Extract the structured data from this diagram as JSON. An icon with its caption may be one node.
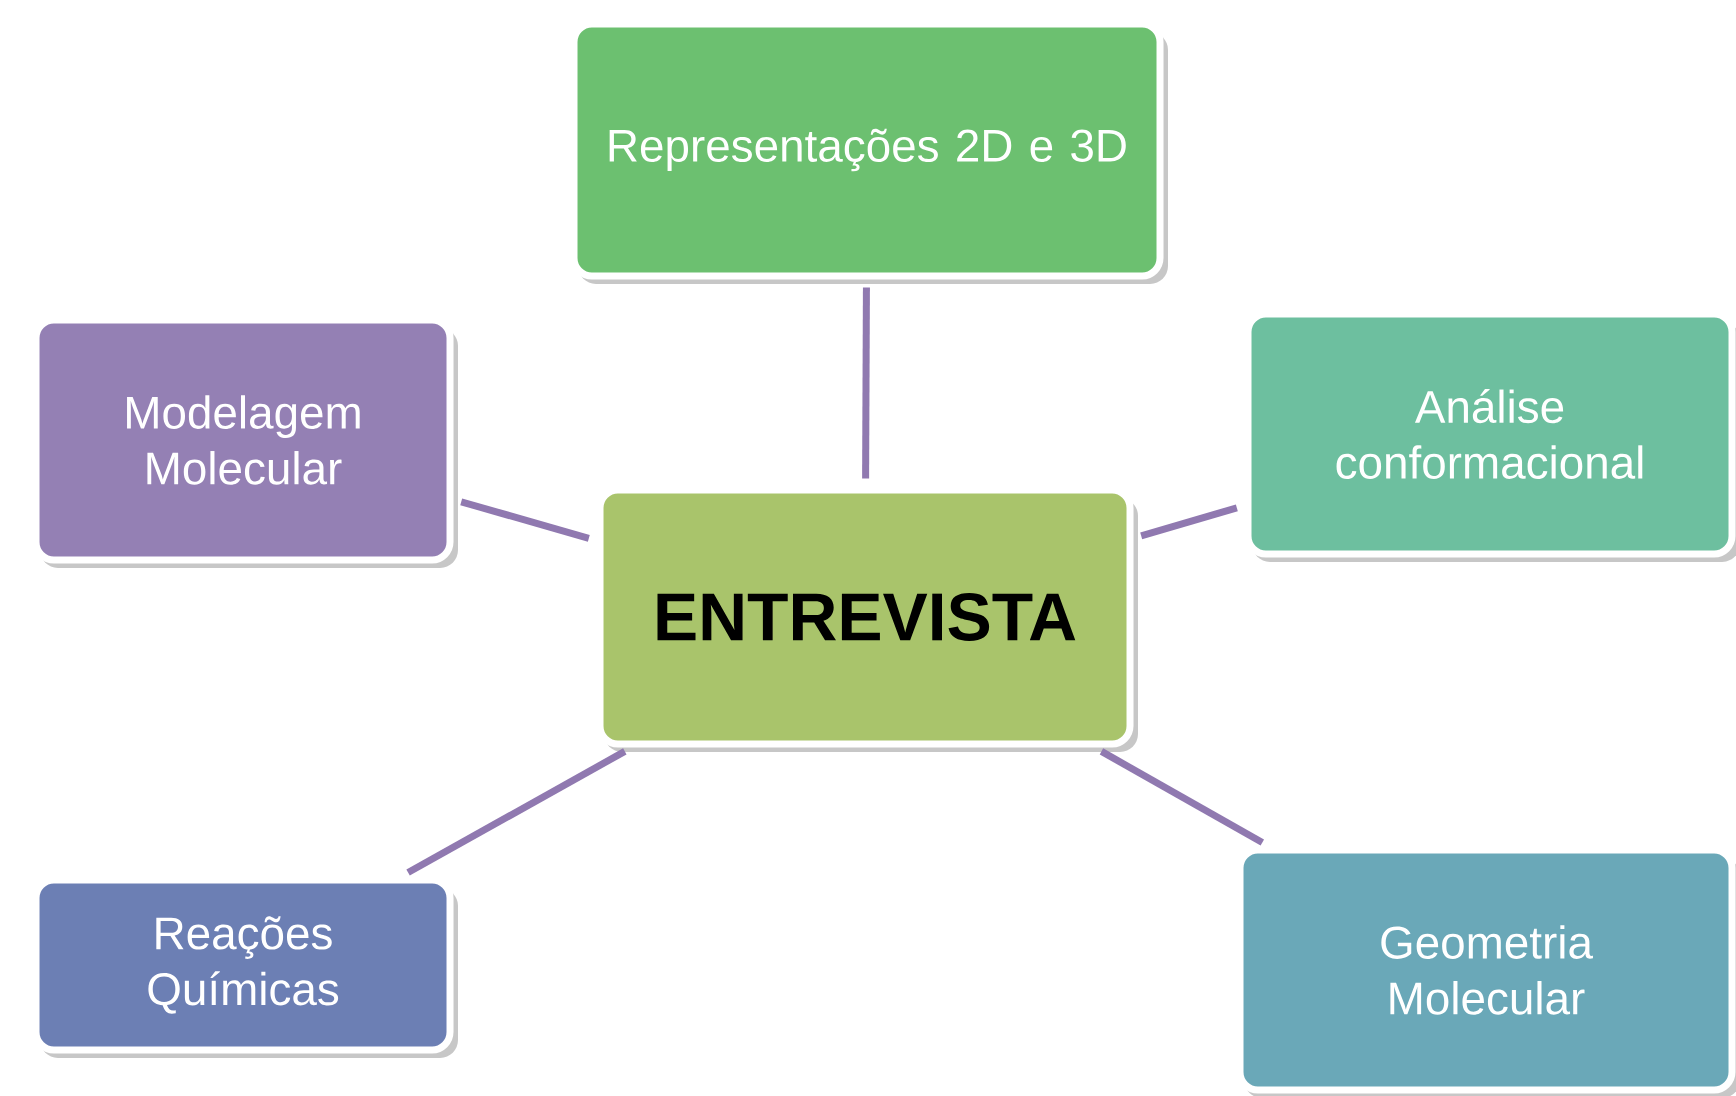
{
  "diagram": {
    "nodes": [
      {
        "text": [
          "ENTREVISTA"
        ]
      },
      {
        "text": [
          "Representações 2D e 3D"
        ]
      },
      {
        "text": [
          "Modelagem Molecular"
        ]
      },
      {
        "text": [
          "Análise conformacional"
        ]
      },
      {
        "text": [
          "Reações Químicas"
        ]
      },
      {
        "text": [
          "Geometria Molecular"
        ]
      }
    ],
    "edges": [
      {
        "from": 0,
        "to": 1,
        "arrow": "none"
      },
      {
        "from": 0,
        "to": 2,
        "arrow": "none"
      },
      {
        "from": 0,
        "to": 3,
        "arrow": "none"
      },
      {
        "from": 0,
        "to": 4,
        "arrow": "none"
      },
      {
        "from": 0,
        "to": 5,
        "arrow": "none"
      }
    ]
  }
}
